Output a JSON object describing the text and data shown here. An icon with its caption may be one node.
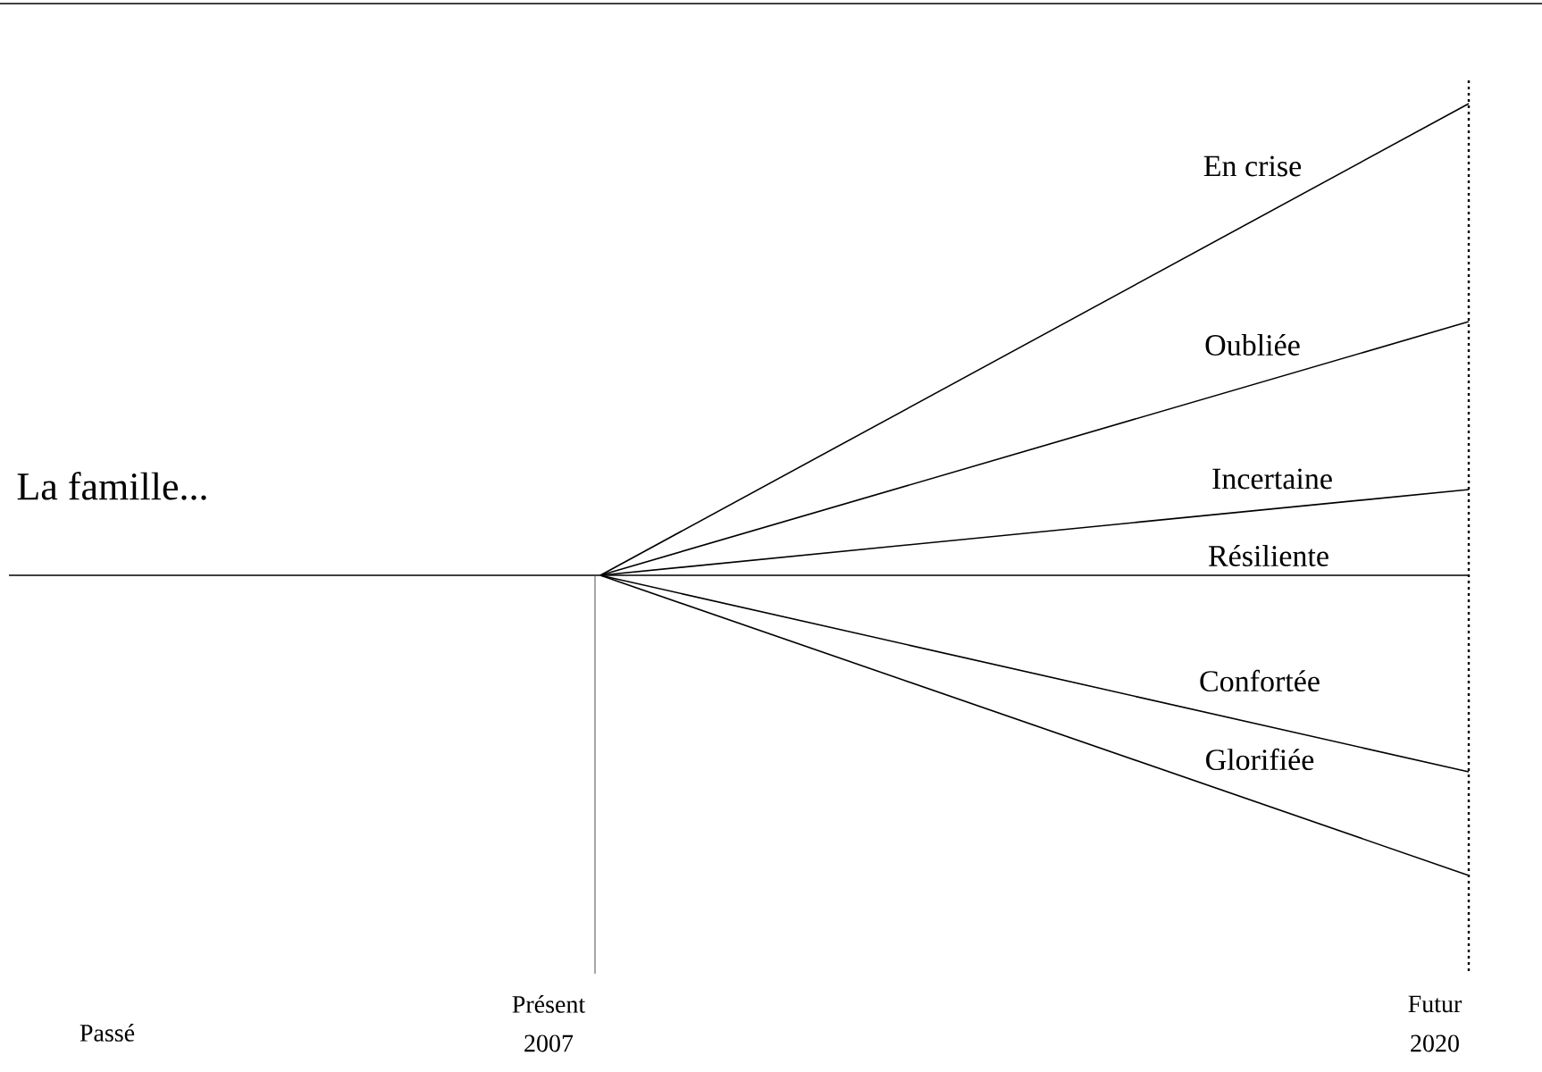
{
  "diagram": {
    "labels": [
      "La famille...",
      "En crise",
      "Oubliée",
      "Incertaine",
      "Résiliente",
      "Confortée",
      "Glorifiée",
      "Passé",
      "Présent",
      "2007",
      "Futur",
      "2020"
    ]
  }
}
